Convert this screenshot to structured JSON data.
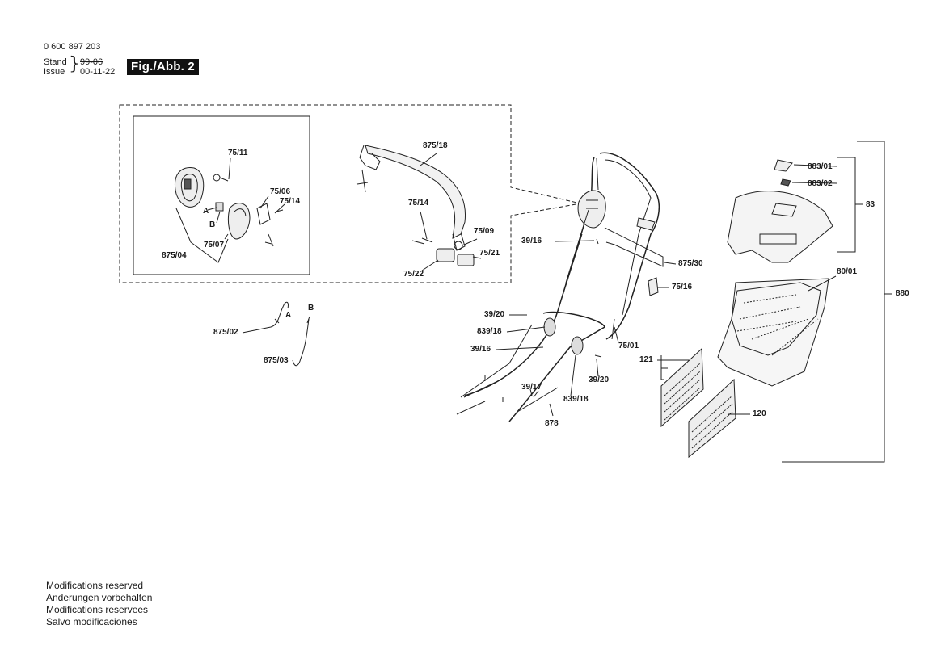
{
  "header": {
    "part_number": "0 600 897 203",
    "stand_label": "Stand",
    "issue_label": "Issue",
    "old_date": "99-06",
    "issue_date": "00-11-22",
    "figure_label": "Fig./Abb. 2"
  },
  "parts": {
    "p875_04": "875/04",
    "p75_11": "75/11",
    "pA": "A",
    "pB": "B",
    "p75_06": "75/06",
    "p75_14a": "75/14",
    "p75_07": "75/07",
    "p875_18": "875/18",
    "p75_14b": "75/14",
    "p75_09": "75/09",
    "p75_21": "75/21",
    "p75_22": "75/22",
    "p875_02": "875/02",
    "pA2": "A",
    "pB2": "B",
    "p875_03": "875/03",
    "p39_16a": "39/16",
    "p875_30": "875/30",
    "p75_16": "75/16",
    "p39_20a": "39/20",
    "p839_18a": "839/18",
    "p39_16b": "39/16",
    "p75_01": "75/01",
    "p39_20b": "39/20",
    "p39_17": "39/17",
    "p839_18b": "839/18",
    "p878": "878",
    "p883_01": "883/01",
    "p883_02": "883/02",
    "p83": "83",
    "p80_01": "80/01",
    "p880": "880",
    "p121": "121",
    "p120": "120"
  },
  "footer": {
    "line1": "Modifications reserved",
    "line2": "Anderungen vorbehalten",
    "line3": "Modifications reservees",
    "line4": "Salvo modificaciones"
  }
}
